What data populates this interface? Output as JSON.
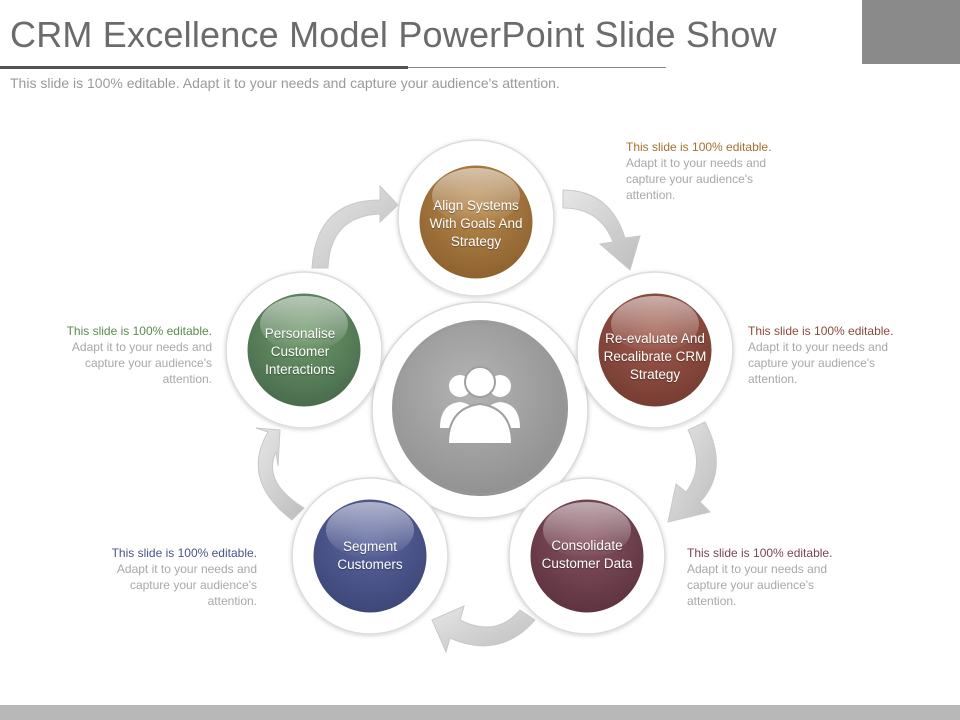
{
  "header": {
    "title": "CRM Excellence Model PowerPoint Slide Show",
    "subtitle": "This slide is 100% editable. Adapt it to your needs and capture your audience's attention."
  },
  "center": {
    "icon": "people-group-icon"
  },
  "steps": [
    {
      "label": "Align Systems With Goals And Strategy",
      "color": "#9c7038"
    },
    {
      "label": "Re-evaluate And Recalibrate CRM Strategy",
      "color": "#8a4a3e"
    },
    {
      "label": "Consolidate Customer Data",
      "color": "#6f3f4c"
    },
    {
      "label": "Segment Customers",
      "color": "#4a5488"
    },
    {
      "label": "Personalise Customer Interactions",
      "color": "#5a8058"
    }
  ],
  "notes": [
    {
      "head": "This slide is 100% editable.",
      "body": "Adapt it to your needs and capture your audience's attention.",
      "color": "#a8702f"
    },
    {
      "head": "This slide is 100% editable.",
      "body": "Adapt it to your needs and capture your audience's attention.",
      "color": "#8a4a3e"
    },
    {
      "head": "This slide is 100% editable.",
      "body": "Adapt it to your needs and capture your audience's attention.",
      "color": "#7a4458"
    },
    {
      "head": "This slide is 100% editable.",
      "body": "Adapt it to your needs and capture your audience's attention.",
      "color": "#4a5488"
    },
    {
      "head": "This slide is 100% editable.",
      "body": "Adapt it to your needs and capture your audience's attention.",
      "color": "#5a8a50"
    }
  ]
}
